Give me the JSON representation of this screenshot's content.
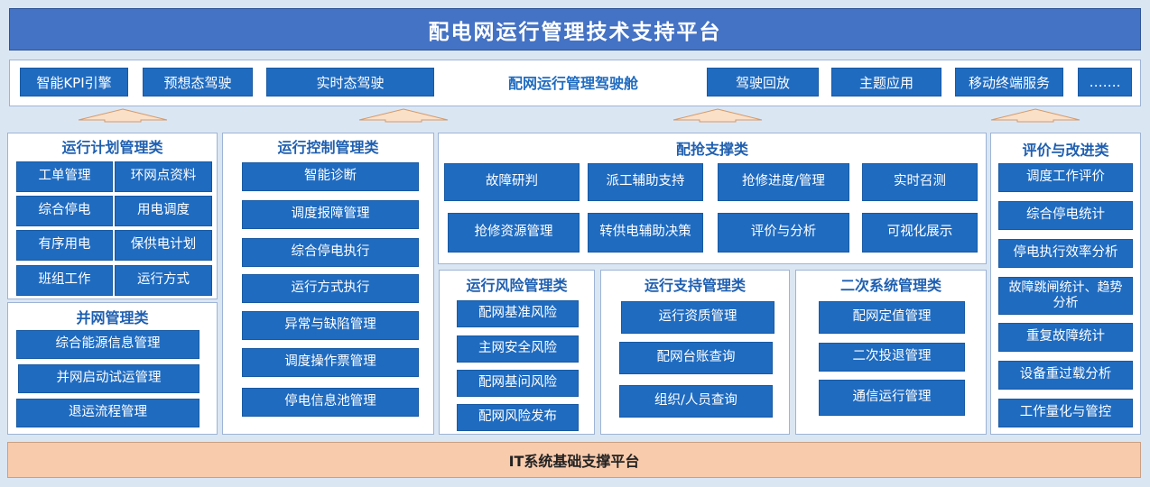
{
  "title": "配电网运行管理技术支持平台",
  "cockpit": {
    "label": "配网运行管理驾驶舱",
    "buttons": [
      "智能KPI引擎",
      "预想态驾驶",
      "实时态驾驶",
      "驾驶回放",
      "主题应用",
      "移动终端服务",
      "……."
    ]
  },
  "plan": {
    "title": "运行计划管理类",
    "items": [
      "工单管理",
      "环网点资料",
      "综合停电",
      "用电调度",
      "有序用电",
      "保供电计划",
      "班组工作",
      "运行方式"
    ]
  },
  "grid": {
    "title": "并网管理类",
    "items": [
      "综合能源信息管理",
      "并网启动试运管理",
      "退运流程管理"
    ]
  },
  "control": {
    "title": "运行控制管理类",
    "items": [
      "智能诊断",
      "调度报障管理",
      "综合停电执行",
      "运行方式执行",
      "异常与缺陷管理",
      "调度操作票管理",
      "停电信息池管理"
    ]
  },
  "repair": {
    "title": "配抢支撑类",
    "items": [
      "故障研判",
      "派工辅助支持",
      "抢修进度/管理",
      "实时召测",
      "抢修资源管理",
      "转供电辅助决策",
      "评价与分析",
      "可视化展示"
    ]
  },
  "risk": {
    "title": "运行风险管理类",
    "items": [
      "配网基准风险",
      "主网安全风险",
      "配网基问风险",
      "配网风险发布"
    ]
  },
  "support": {
    "title": "运行支持管理类",
    "items": [
      "运行资质管理",
      "配网台账查询",
      "组织/人员查询"
    ]
  },
  "secondary": {
    "title": "二次系统管理类",
    "items": [
      "配网定值管理",
      "二次投退管理",
      "通信运行管理"
    ]
  },
  "eval": {
    "title": "评价与改进类",
    "items": [
      "调度工作评价",
      "综合停电统计",
      "停电执行效率分析",
      "故障跳闸统计、趋势分析",
      "重复故障统计",
      "设备重过载分析",
      "工作量化与管控"
    ]
  },
  "base": "IT系统基础支撑平台",
  "colors": {
    "primary": "#1f6bc0",
    "header": "#4472c4",
    "arrow": "#fbe0c8",
    "base": "#f8cbad"
  }
}
